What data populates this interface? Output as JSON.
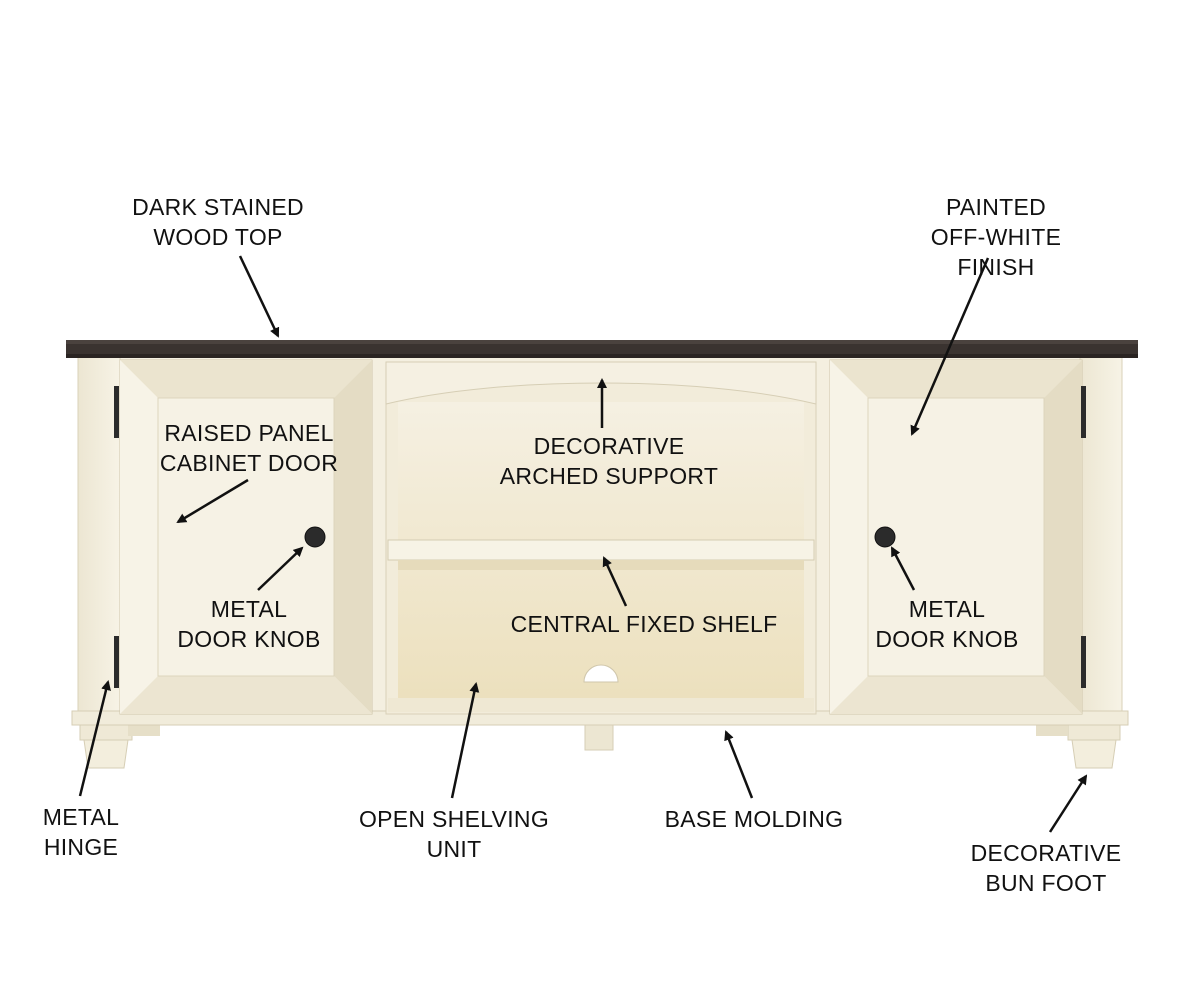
{
  "colors": {
    "background": "#ffffff",
    "wood_top": "#3a3330",
    "wood_top_edge": "#2a2422",
    "cabinet_paint": "#f3eedd",
    "cabinet_shadow": "#e6dfc8",
    "cabinet_inner": "#efe6c8",
    "cabinet_outline": "#d9d1b8",
    "hardware": "#2b2b2b",
    "arrow": "#111111",
    "label_text": "#111111"
  },
  "callouts": [
    {
      "id": "dark-stained-wood-top",
      "text": "DARK STAINED\nWOOD TOP",
      "arrow_icon": "callout-arrow-icon"
    },
    {
      "id": "painted-off-white-finish",
      "text": "PAINTED\nOFF-WHITE FINISH",
      "arrow_icon": "callout-arrow-icon"
    },
    {
      "id": "raised-panel-cabinet-door",
      "text": "RAISED PANEL\nCABINET DOOR",
      "arrow_icon": "callout-arrow-icon"
    },
    {
      "id": "decorative-arched-support",
      "text": "DECORATIVE\nARCHED SUPPORT",
      "arrow_icon": "callout-arrow-icon"
    },
    {
      "id": "metal-door-knob-left",
      "text": "METAL\nDOOR KNOB",
      "arrow_icon": "callout-arrow-icon"
    },
    {
      "id": "central-fixed-shelf",
      "text": "CENTRAL FIXED SHELF",
      "arrow_icon": "callout-arrow-icon"
    },
    {
      "id": "metal-door-knob-right",
      "text": "METAL\nDOOR KNOB",
      "arrow_icon": "callout-arrow-icon"
    },
    {
      "id": "metal-hinge",
      "text": "METAL\nHINGE",
      "arrow_icon": "callout-arrow-icon"
    },
    {
      "id": "open-shelving-unit",
      "text": "OPEN SHELVING\nUNIT",
      "arrow_icon": "callout-arrow-icon"
    },
    {
      "id": "base-molding",
      "text": "BASE MOLDING",
      "arrow_icon": "callout-arrow-icon"
    },
    {
      "id": "decorative-bun-foot",
      "text": "DECORATIVE\nBUN FOOT",
      "arrow_icon": "callout-arrow-icon"
    }
  ]
}
